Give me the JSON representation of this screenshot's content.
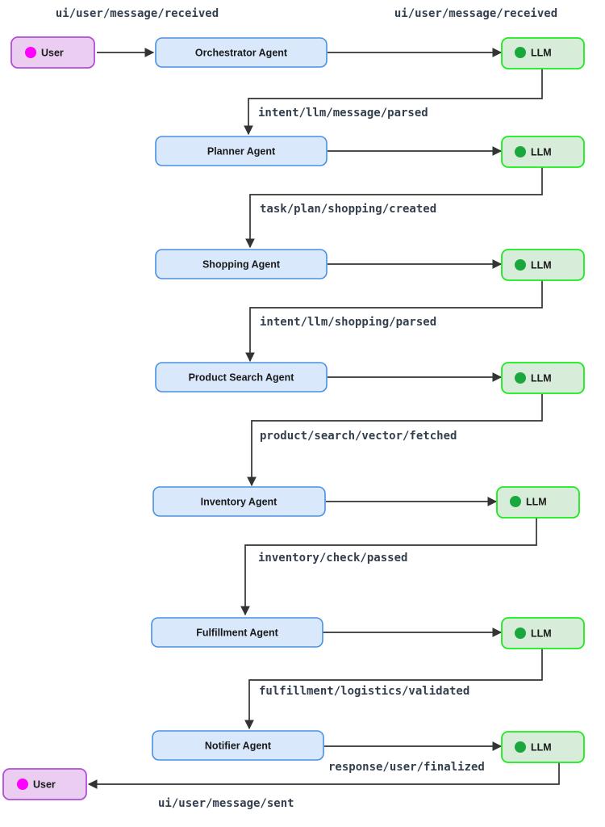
{
  "diagram": {
    "type": "event-driven-agent-flow",
    "colors": {
      "agent_fill": "#d9e8fb",
      "agent_border": "#4a90e2",
      "llm_fill": "#d7ecd9",
      "llm_border": "#1aeb1a",
      "llm_dot": "#1aa83c",
      "user_fill": "#eacdf0",
      "user_border": "#b14fd8",
      "user_dot": "#ff00ff",
      "edge": "#333333",
      "edge_label_text": "#333f4e",
      "node_label_text": "#1a1a1a"
    },
    "nodes": [
      {
        "id": "user-top",
        "label": "User",
        "kind": "user",
        "icon": "user-dot-icon"
      },
      {
        "id": "orchestrator",
        "label": "Orchestrator Agent",
        "kind": "agent"
      },
      {
        "id": "llm-1",
        "label": "LLM",
        "kind": "llm",
        "icon": "llm-dot-icon"
      },
      {
        "id": "planner",
        "label": "Planner Agent",
        "kind": "agent"
      },
      {
        "id": "llm-2",
        "label": "LLM",
        "kind": "llm",
        "icon": "llm-dot-icon"
      },
      {
        "id": "shopping",
        "label": "Shopping Agent",
        "kind": "agent"
      },
      {
        "id": "llm-3",
        "label": "LLM",
        "kind": "llm",
        "icon": "llm-dot-icon"
      },
      {
        "id": "product-search",
        "label": "Product Search Agent",
        "kind": "agent"
      },
      {
        "id": "llm-4",
        "label": "LLM",
        "kind": "llm",
        "icon": "llm-dot-icon"
      },
      {
        "id": "inventory",
        "label": "Inventory Agent",
        "kind": "agent"
      },
      {
        "id": "llm-5",
        "label": "LLM",
        "kind": "llm",
        "icon": "llm-dot-icon"
      },
      {
        "id": "fulfillment",
        "label": "Fulfillment Agent",
        "kind": "agent"
      },
      {
        "id": "llm-6",
        "label": "LLM",
        "kind": "llm",
        "icon": "llm-dot-icon"
      },
      {
        "id": "notifier",
        "label": "Notifier Agent",
        "kind": "agent"
      },
      {
        "id": "llm-7",
        "label": "LLM",
        "kind": "llm",
        "icon": "llm-dot-icon"
      },
      {
        "id": "user-bottom",
        "label": "User",
        "kind": "user",
        "icon": "user-dot-icon"
      }
    ],
    "edges": [
      {
        "id": "e1",
        "from": "user-top",
        "to": "orchestrator",
        "label": ""
      },
      {
        "id": "e2",
        "from": "orchestrator",
        "to": "llm-1",
        "label": "ui/user/message/received"
      },
      {
        "id": "e3",
        "from": "llm-1",
        "to": "planner",
        "label": "intent/llm/message/parsed"
      },
      {
        "id": "e4",
        "from": "planner",
        "to": "llm-2",
        "label": ""
      },
      {
        "id": "e5",
        "from": "llm-2",
        "to": "shopping",
        "label": "task/plan/shopping/created"
      },
      {
        "id": "e6",
        "from": "shopping",
        "to": "llm-3",
        "label": ""
      },
      {
        "id": "e7",
        "from": "llm-3",
        "to": "product-search",
        "label": "intent/llm/shopping/parsed"
      },
      {
        "id": "e8",
        "from": "product-search",
        "to": "llm-4",
        "label": ""
      },
      {
        "id": "e9",
        "from": "llm-4",
        "to": "inventory",
        "label": "product/search/vector/fetched"
      },
      {
        "id": "e10",
        "from": "inventory",
        "to": "llm-5",
        "label": ""
      },
      {
        "id": "e11",
        "from": "llm-5",
        "to": "fulfillment",
        "label": "inventory/check/passed"
      },
      {
        "id": "e12",
        "from": "fulfillment",
        "to": "llm-6",
        "label": ""
      },
      {
        "id": "e13",
        "from": "llm-6",
        "to": "notifier",
        "label": "fulfillment/logistics/validated"
      },
      {
        "id": "e14",
        "from": "notifier",
        "to": "llm-7",
        "label": "response/user/finalized"
      },
      {
        "id": "e15",
        "from": "llm-7",
        "to": "user-bottom",
        "label": "ui/user/message/sent"
      }
    ],
    "standalone_labels": [
      {
        "id": "l-top-left",
        "text": "ui/user/message/received"
      },
      {
        "id": "l-top-right",
        "text": "ui/user/message/received"
      }
    ]
  }
}
